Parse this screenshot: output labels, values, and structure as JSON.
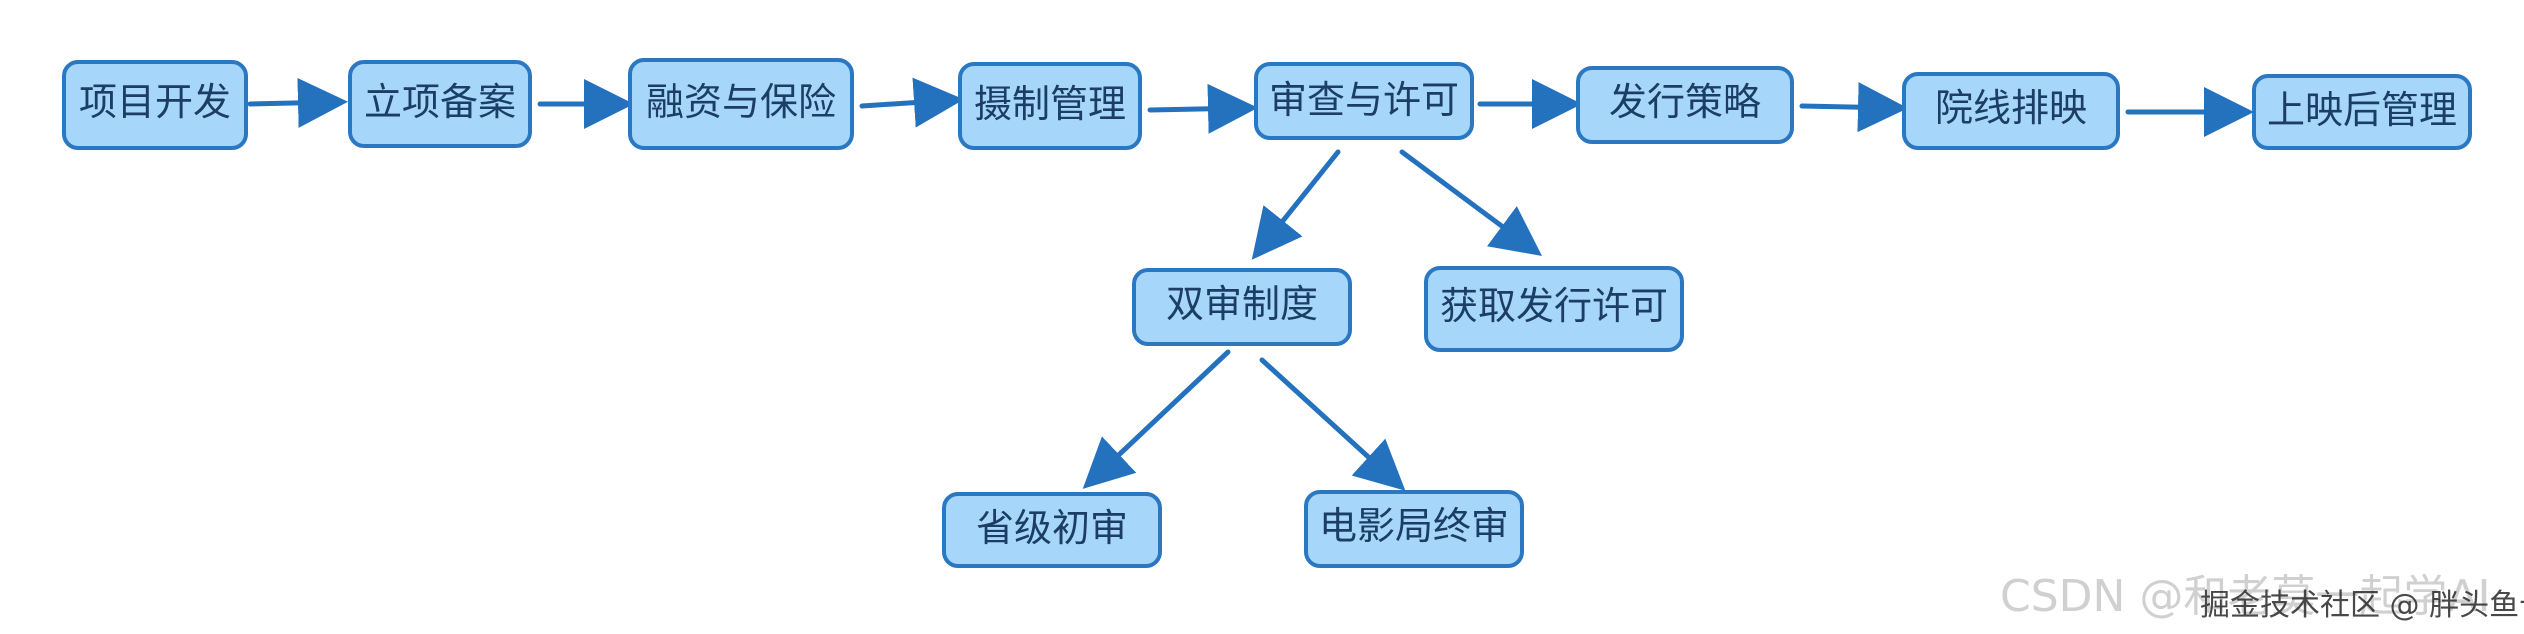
{
  "diagram": {
    "nodes": [
      {
        "id": "n1",
        "label": "项目开发"
      },
      {
        "id": "n2",
        "label": "立项备案"
      },
      {
        "id": "n3",
        "label": "融资与保险"
      },
      {
        "id": "n4",
        "label": "摄制管理"
      },
      {
        "id": "n5",
        "label": "审查与许可"
      },
      {
        "id": "n6",
        "label": "发行策略"
      },
      {
        "id": "n7",
        "label": "院线排映"
      },
      {
        "id": "n8",
        "label": "上映后管理"
      },
      {
        "id": "n9",
        "label": "双审制度"
      },
      {
        "id": "n10",
        "label": "获取发行许可"
      },
      {
        "id": "n11",
        "label": "省级初审"
      },
      {
        "id": "n12",
        "label": "电影局终审"
      }
    ],
    "edges": [
      {
        "from": "n1",
        "to": "n2"
      },
      {
        "from": "n2",
        "to": "n3"
      },
      {
        "from": "n3",
        "to": "n4"
      },
      {
        "from": "n4",
        "to": "n5"
      },
      {
        "from": "n5",
        "to": "n6"
      },
      {
        "from": "n6",
        "to": "n7"
      },
      {
        "from": "n7",
        "to": "n8"
      },
      {
        "from": "n5",
        "to": "n9"
      },
      {
        "from": "n5",
        "to": "n10"
      },
      {
        "from": "n9",
        "to": "n11"
      },
      {
        "from": "n9",
        "to": "n12"
      }
    ],
    "colors": {
      "node_fill": "#a6d7fb",
      "node_stroke": "#2a77c2",
      "edge": "#2471be",
      "text": "#1b3d66"
    }
  },
  "watermarks": {
    "csdn": "CSDN @和老莫一起学AI",
    "juejin": "掘金技术社区 @ 胖头鱼卡饭"
  }
}
